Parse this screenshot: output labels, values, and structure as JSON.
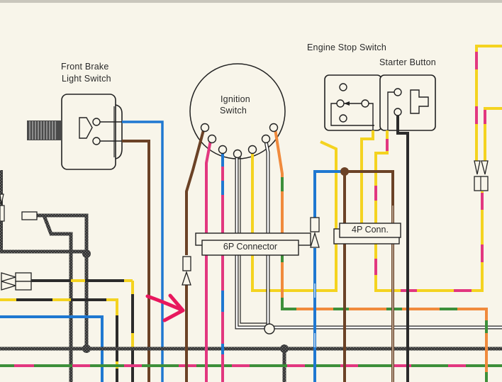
{
  "diagram": {
    "title": "Wiring Diagram (partial)",
    "components": {
      "front_brake_switch": {
        "line1": "Front Brake",
        "line2": "Light Switch"
      },
      "ignition_switch": {
        "line1": "Ignition",
        "line2": "Switch"
      },
      "engine_stop_switch": {
        "label": "Engine Stop Switch"
      },
      "starter_button": {
        "label": "Starter Button"
      },
      "connector_6p": {
        "label": "6P Connector"
      },
      "connector_4p": {
        "label": "4P Conn."
      }
    },
    "wire_colors": {
      "brown": "#6b4226",
      "blue": "#1f78d1",
      "pink": "#e2377f",
      "yellow": "#f4d320",
      "orange": "#f08a3c",
      "green": "#3d8f3a",
      "black": "#2b2b2b",
      "white": "#ffffff",
      "paper": "#f8f5ea",
      "annotation": "#e8175d"
    },
    "annotation": {
      "type": "hand-drawn-arrow",
      "points_to": "brown wire below 6P connector"
    }
  }
}
